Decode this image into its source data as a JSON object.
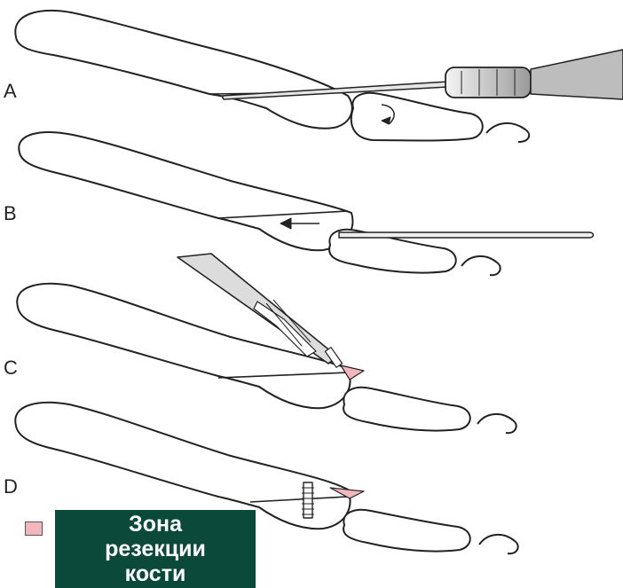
{
  "panels": [
    {
      "label": "A"
    },
    {
      "label": "B"
    },
    {
      "label": "C"
    },
    {
      "label": "D"
    }
  ],
  "legend": {
    "swatch_color": "#f4b6bd",
    "box_color": "#0b4a3a",
    "lines": [
      "Зона",
      "резекции",
      "кости"
    ]
  }
}
